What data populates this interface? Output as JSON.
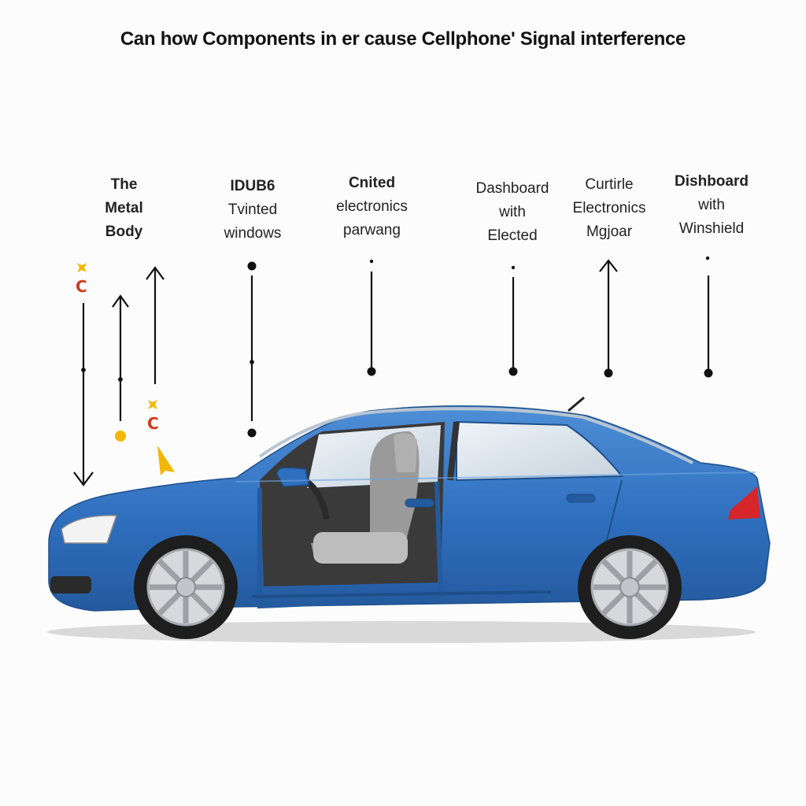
{
  "title": "Can how Components in er cause Cellphone' Signal interference",
  "labels": [
    {
      "id": "metal-body",
      "lines": [
        "The",
        "Metal",
        "Body"
      ],
      "bold": [
        true,
        true,
        true
      ]
    },
    {
      "id": "tinted-windows",
      "lines": [
        "IDUB6",
        "Tvinted",
        "windows"
      ],
      "bold": [
        true,
        false,
        false
      ]
    },
    {
      "id": "electronics-parwang",
      "lines": [
        "Cnited",
        "electronics",
        "parwang"
      ],
      "bold": [
        true,
        false,
        false
      ]
    },
    {
      "id": "dashboard-elected",
      "lines": [
        "Dashboard",
        "with",
        "Elected"
      ],
      "bold": [
        false,
        false,
        false
      ]
    },
    {
      "id": "curtirle-electronics",
      "lines": [
        "Curtirle",
        "Electronics",
        "Mgjoar"
      ],
      "bold": [
        false,
        false,
        false
      ]
    },
    {
      "id": "dishboard-winshield",
      "lines": [
        "Dishboard",
        "with",
        "Winshield"
      ],
      "bold": [
        true,
        false,
        false
      ]
    }
  ],
  "marks": {
    "letter": "C",
    "letter_color": "#d03a1f",
    "spark_color": "#f2b705",
    "cursor_color": "#f2b705"
  },
  "colors": {
    "car_body": "#2f6fbf",
    "car_body_dark": "#245a9e",
    "car_body_light": "#4f8fd6",
    "glass": "#d9e3ec",
    "tire": "#1e1e1e",
    "rim": "#d6d8db",
    "taillight": "#d6262a",
    "headlight": "#f0f0f0",
    "interior": "#6b6b6b",
    "shadow": "#d6d6d6"
  }
}
